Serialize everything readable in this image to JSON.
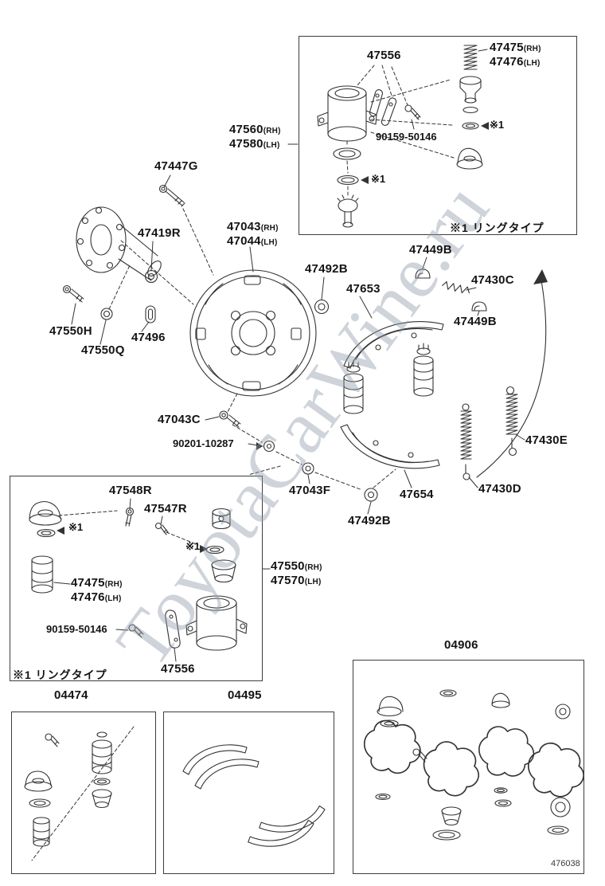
{
  "watermark": "ToyotaCarWine.ru",
  "doc_number": "476038",
  "suffix": {
    "rh": "(RH)",
    "lh": "(LH)"
  },
  "notes": {
    "ring_note": "※1",
    "ring_type": "※1 リングタイプ"
  },
  "parts": {
    "clip_top": "47556",
    "piston_rh": "47475",
    "piston_lh": "47476",
    "cyl_assy_rh": "47560",
    "cyl_assy_lh": "47580",
    "union_screw": "90159-50146",
    "hub_bolt": "47447G",
    "axle_ring": "47419R",
    "plate_rh": "47043",
    "plate_lh": "47044",
    "cap_a": "47449B",
    "nut_a": "47492B",
    "spring_c": "47430C",
    "shoe_front": "47653",
    "cap_b": "47449B",
    "bolt_h": "47550H",
    "gasket": "47496",
    "nut_q": "47550Q",
    "screw_c": "47043C",
    "washer": "90201-10287",
    "spring_e": "47430E",
    "nut_f": "47043F",
    "shoe_rear": "47654",
    "spring_d": "47430D",
    "nut_b": "47492B",
    "adjuster": "47548R",
    "bleeder": "47547R",
    "cyl2_rh": "47550",
    "cyl2_lh": "47570",
    "piston2_rh": "47475",
    "piston2_lh": "47476",
    "union_screw2": "90159-50146",
    "clip2": "47556",
    "kit_small": "04474",
    "kit_shoe": "04495",
    "kit_cyl": "04906"
  }
}
